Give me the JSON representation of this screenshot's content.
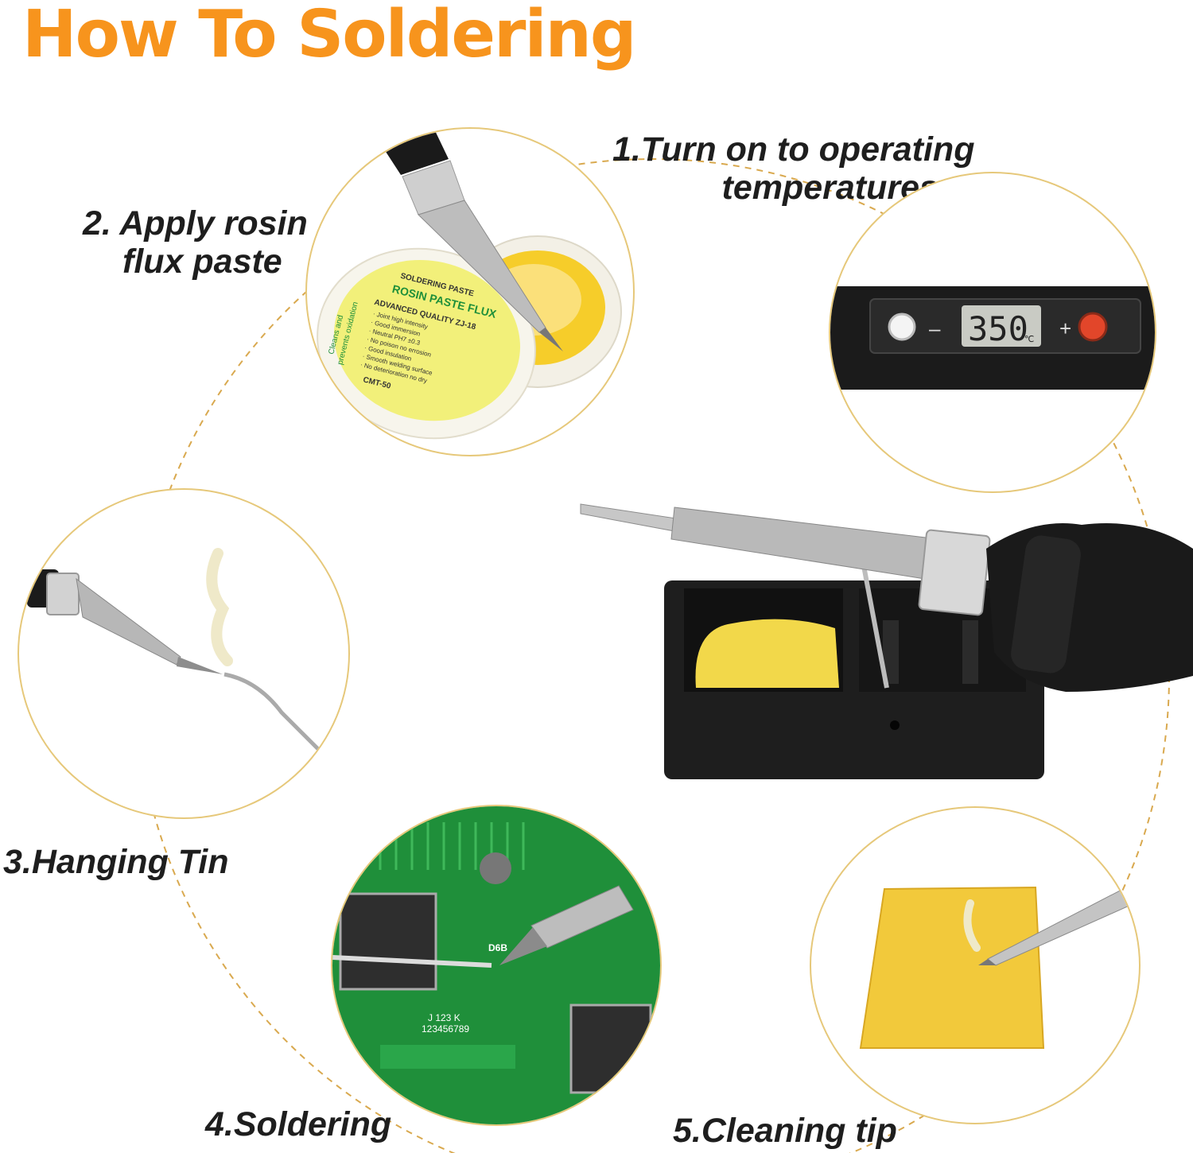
{
  "title": "How To Soldering",
  "steps": [
    {
      "label_lines": [
        "1.Turn on to operating",
        "temperatures"
      ]
    },
    {
      "label_lines": [
        "2. Apply rosin",
        "flux paste"
      ]
    },
    {
      "label_lines": [
        "3.Hanging Tin"
      ]
    },
    {
      "label_lines": [
        "4.Soldering"
      ]
    },
    {
      "label_lines": [
        "5.Cleaning tip"
      ]
    }
  ],
  "flux_tin": {
    "lines": [
      "SOLDERING PASTE",
      "ROSIN PASTE FLUX",
      "ADVANCED QUALITY ZJ-18",
      "· Joint high intensity",
      "· Good immersion",
      "· Neutral PH7 ±0.3",
      "· No poison no errosion",
      "· Good insulation",
      "· Smooth welding surface",
      "· No deterioration no dry",
      "CMT-50"
    ],
    "side_text": [
      "Cleans and",
      "prevents oxidation"
    ]
  },
  "iron_display": {
    "value": "350",
    "unit": "℃",
    "minus": "–",
    "plus": "+"
  },
  "pcb": {
    "chip_label": "D6B",
    "silk_1": "J   123  K",
    "silk_2": "123456789"
  },
  "colors": {
    "title": "#f7941d",
    "ring": "#e6c87a",
    "dash": "#d9a94f",
    "sponge": "#f2c93b",
    "pcb": "#1f8f3a"
  }
}
